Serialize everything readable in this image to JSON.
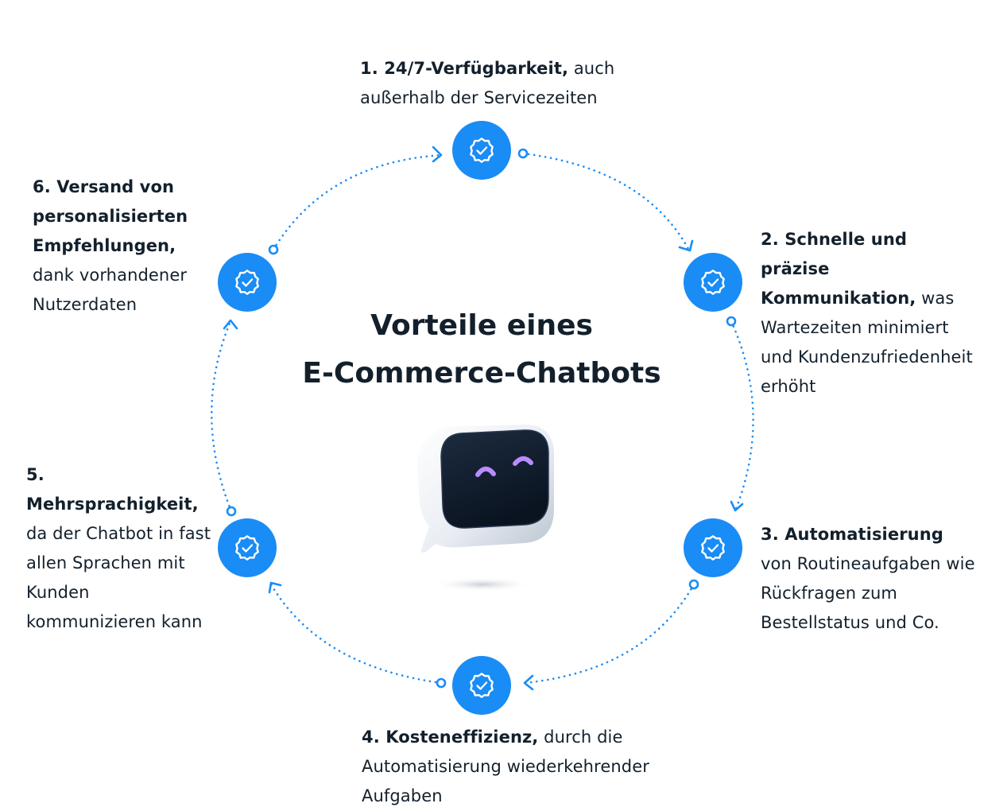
{
  "title": {
    "line1": "Vorteile eines",
    "line2": "E-Commerce-Chatbots"
  },
  "features": [
    {
      "bold": "1. 24/7-Verfügbarkeit,",
      "text": " auch außerhalb der Servicezeiten"
    },
    {
      "bold": "2. Schnelle und präzise Kommunikation,",
      "text": " was Wartezeiten minimiert und Kundenzufriedenheit erhöht"
    },
    {
      "bold": "3. Automatisierung",
      "text": " von Routineaufgaben wie Rückfragen zum Bestellstatus und Co."
    },
    {
      "bold": "4. Kosteneffizienz,",
      "text": " durch die Automatisierung wiederkehrender Aufgaben"
    },
    {
      "bold": "5. Mehrsprachigkeit,",
      "text": " da der Chatbot in fast allen Sprachen mit Kunden kommunizieren kann"
    },
    {
      "bold": "6. Versand von personalisierten Empfehlungen,",
      "text": " dank vorhandener Nutzerdaten"
    }
  ],
  "node_icon": "verified-badge-check-icon",
  "mascot_icon": "chatbot-speech-bubble-robot",
  "colors": {
    "accent": "#1a8cf5",
    "text": "#13202c",
    "bot_eyes": "#b98cff",
    "bot_screen": "#0f1b2b"
  }
}
